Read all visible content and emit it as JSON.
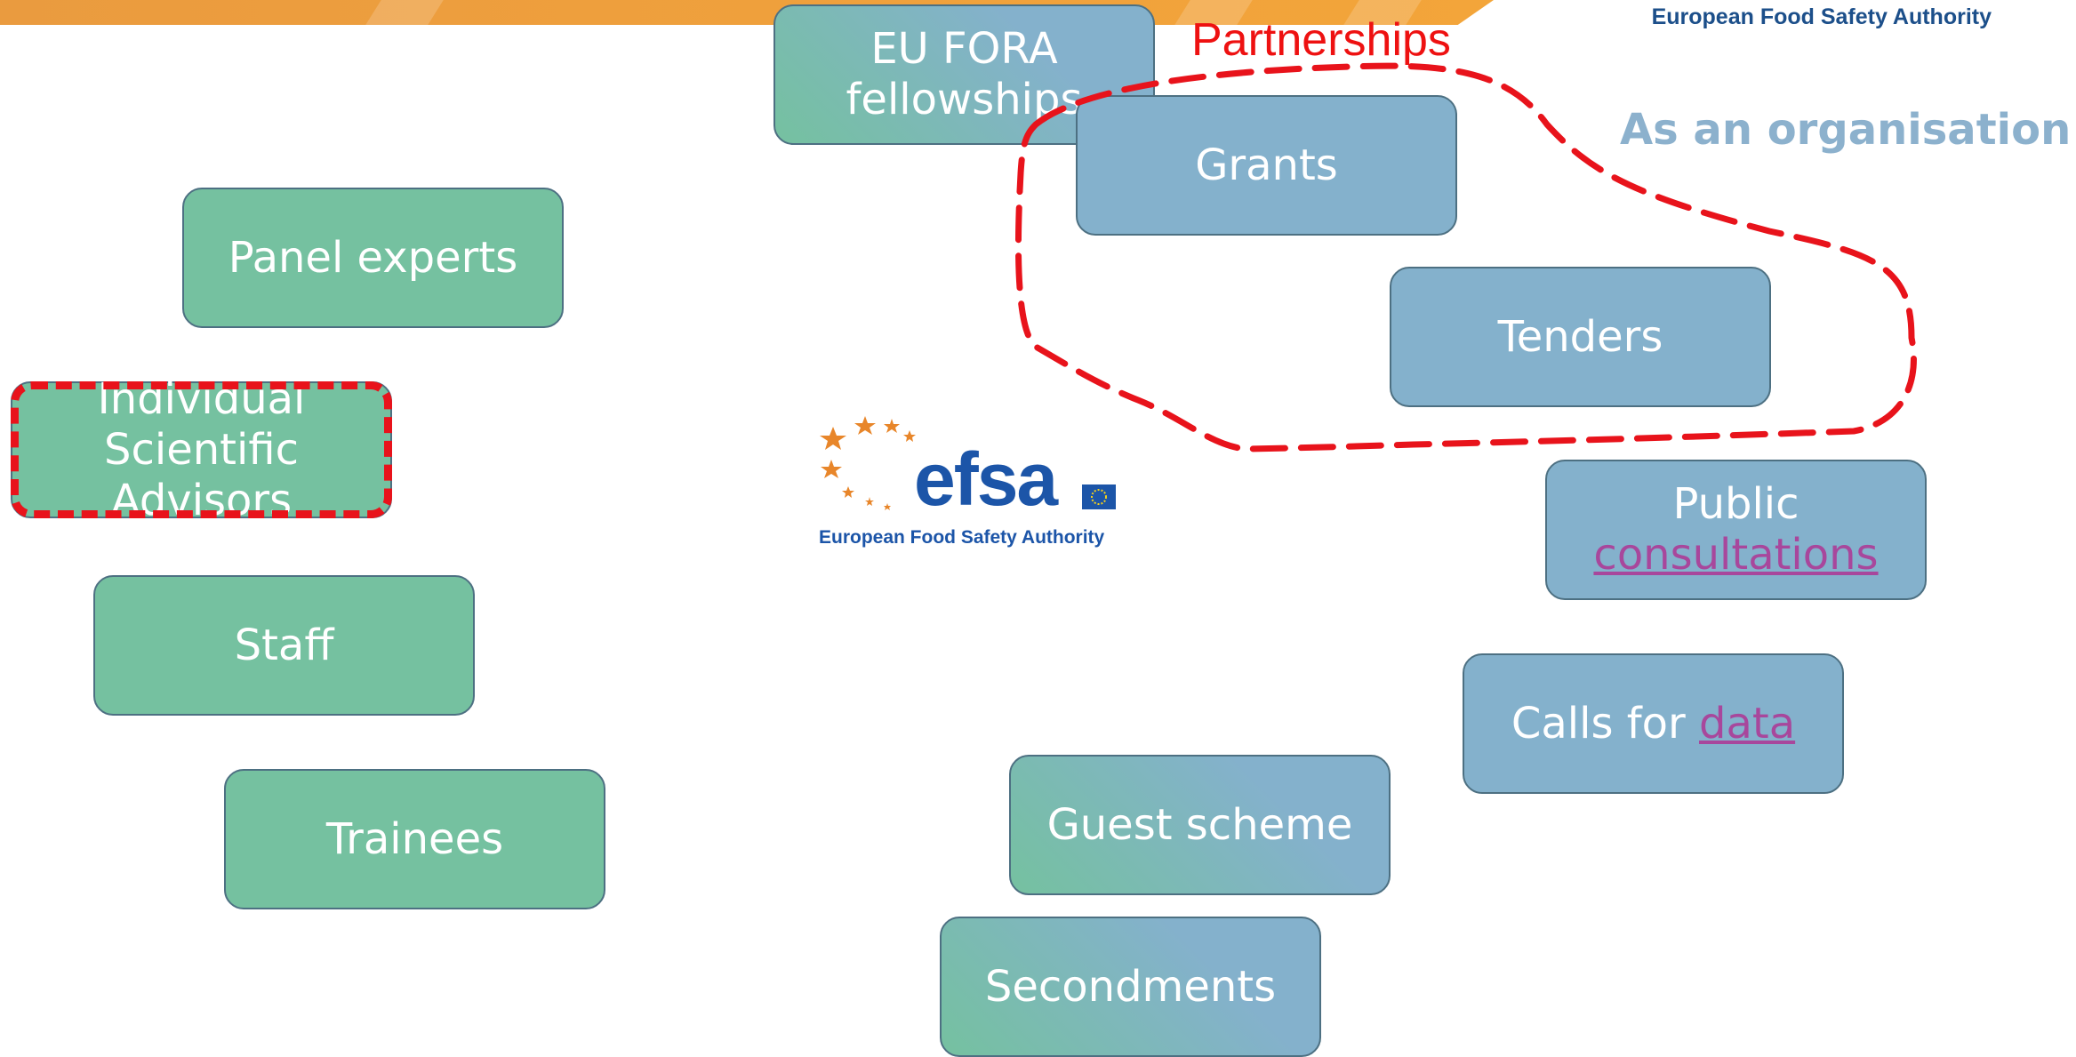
{
  "header": {
    "brand": "European Food Safety Authority",
    "colors": {
      "bar": "#f0a13c",
      "brand_text": "#1c4f8a"
    }
  },
  "labels": {
    "partnerships": "Partnerships",
    "organisation": "As an organisation"
  },
  "individual_boxes": [
    {
      "id": "panel-experts",
      "label": "Panel experts"
    },
    {
      "id": "individual-scientific-advisors",
      "lines": [
        "Individual",
        "Scientific",
        "Advisors"
      ],
      "highlighted": true
    },
    {
      "id": "staff",
      "label": "Staff"
    },
    {
      "id": "trainees",
      "label": "Trainees"
    }
  ],
  "mixed_boxes": [
    {
      "id": "eu-fora",
      "lines": [
        "EU FORA",
        "fellowships"
      ]
    },
    {
      "id": "guest-scheme",
      "label": "Guest scheme"
    },
    {
      "id": "secondments",
      "label": "Secondments"
    }
  ],
  "organisation_boxes": [
    {
      "id": "grants",
      "label": "Grants",
      "in_partnerships": true
    },
    {
      "id": "tenders",
      "label": "Tenders",
      "in_partnerships": true
    },
    {
      "id": "public-consultations",
      "prefix": "Public",
      "link": "consultations"
    },
    {
      "id": "calls-for-data",
      "prefix": "Calls for ",
      "link": "data"
    }
  ],
  "logo": {
    "wordmark": "efsa",
    "tagline": "European Food Safety Authority",
    "icons": [
      "stars-arc-icon",
      "eu-flag-icon"
    ]
  },
  "colors": {
    "individual_green": "#75c1a0",
    "organisation_blue": "#84b1cc",
    "box_border": "#4d7082",
    "highlight_red": "#e8131b",
    "link_purple": "#a8479c",
    "organisation_label": "#8cb1cd"
  }
}
